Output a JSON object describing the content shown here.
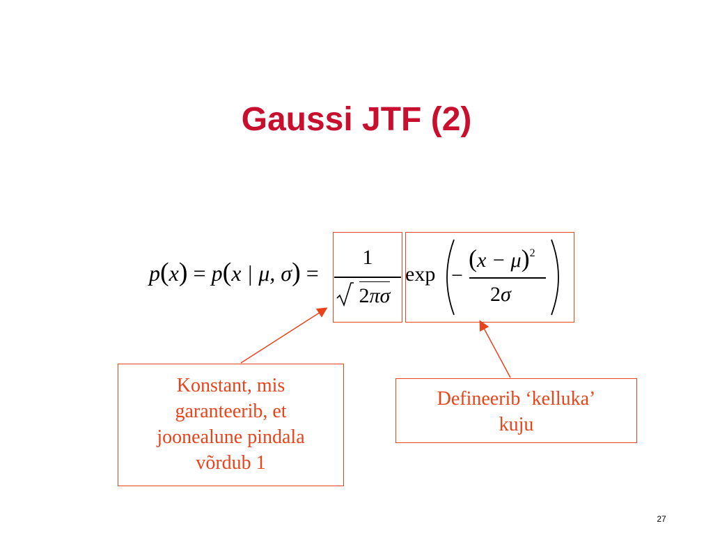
{
  "slide": {
    "title": "Gaussi JTF (2)",
    "page_number": "27"
  },
  "formula": {
    "lhs_p": "p",
    "lhs_x": "x",
    "eq1": "=",
    "mid_p": "p",
    "mid_args": "x | μ, σ",
    "eq2": "=",
    "frac_num": "1",
    "frac_den_coef": "2",
    "frac_den_pi": "π",
    "frac_den_sigma": "σ",
    "exp_label": "exp",
    "minus": "−",
    "inner_num": "x − μ",
    "inner_exp": "2",
    "inner_den_coef": "2",
    "inner_den_sigma": "σ"
  },
  "annotations": {
    "left_lines": [
      "Konstant, mis",
      "garanteerib, et",
      "joonealune pindala",
      "võrdub 1"
    ],
    "right_lines": [
      "Defineerib ‘kelluka’",
      "kuju"
    ]
  },
  "colors": {
    "title": "#c8102e",
    "annotation": "#e8431a"
  }
}
